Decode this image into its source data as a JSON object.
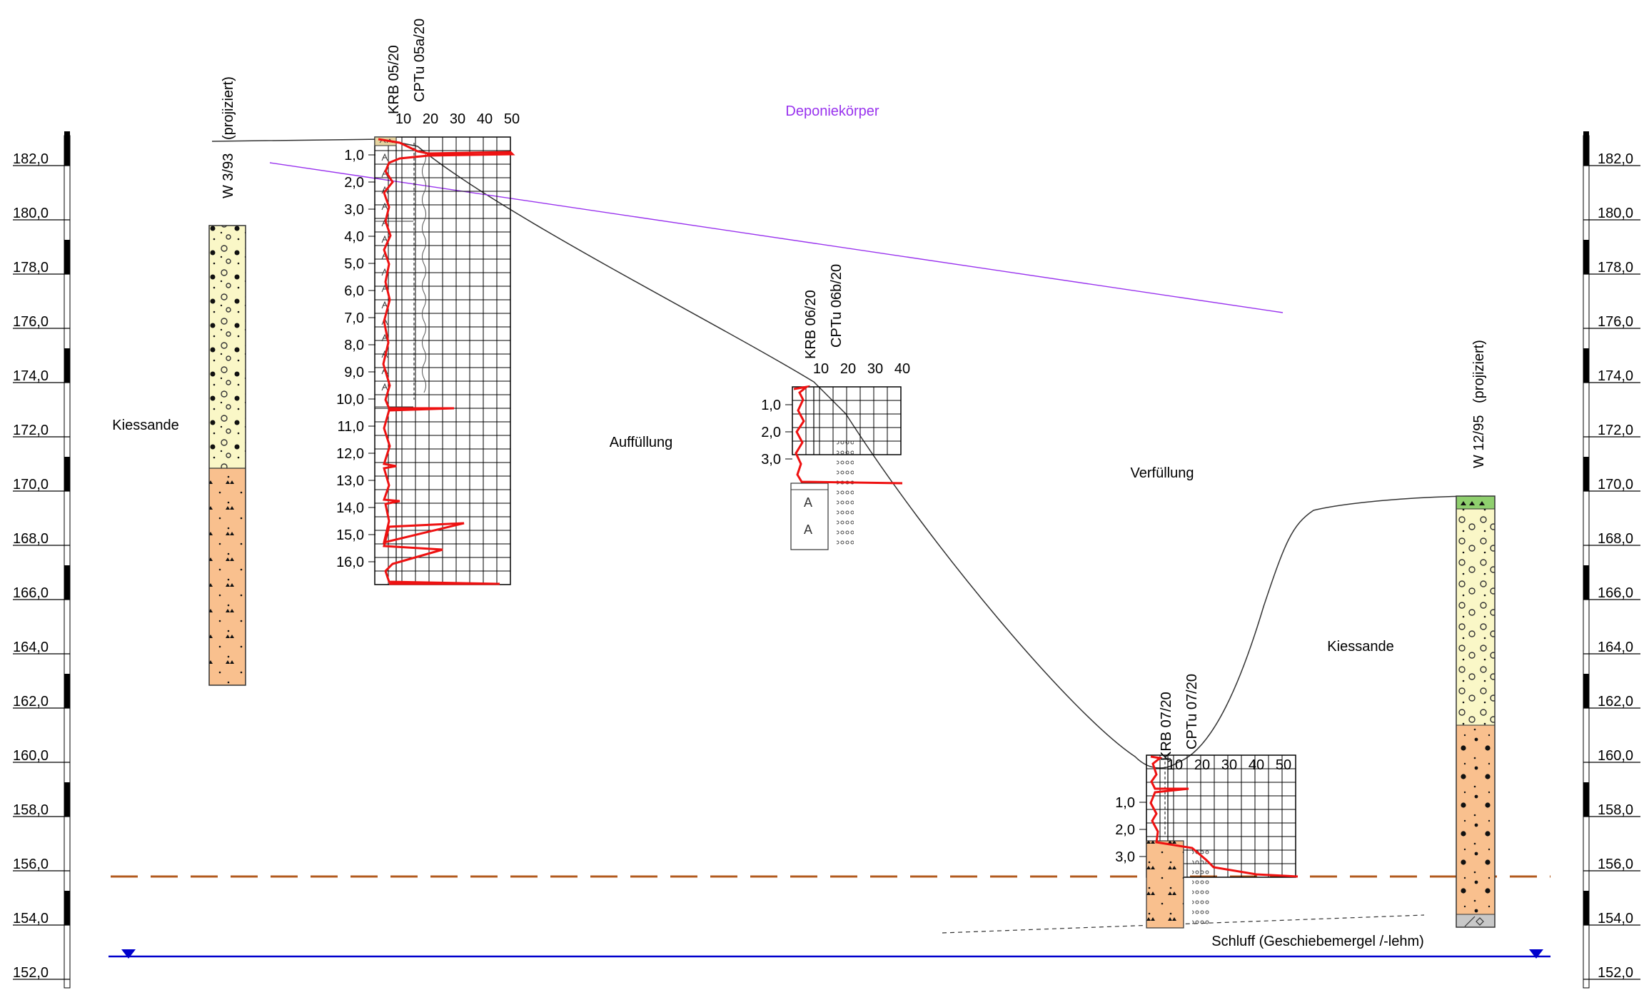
{
  "title": "Deponiekörper",
  "colors": {
    "gravel_sand": "#faf7c7",
    "sand": "#f9c08e",
    "topsoil": "#8fcf6e",
    "silt": "#c8c8c8",
    "cpt_curve": "#ee1111",
    "deponie_line": "#9933ee",
    "groundwater": "#0000cc",
    "water_table": "#b25a1e"
  },
  "elevation_axis": {
    "labels": [
      "182,0",
      "180,0",
      "178,0",
      "176,0",
      "174,0",
      "172,0",
      "170,0",
      "168,0",
      "166,0",
      "164,0",
      "162,0",
      "160,0",
      "158,0",
      "156,0",
      "154,0",
      "152,0"
    ]
  },
  "zone_labels": {
    "kiessande_left": "Kiessande",
    "auffuellung": "Auffüllung",
    "verfuellung": "Verfüllung",
    "kiessande_right": "Kiessande",
    "schluff": "Schluff (Geschiebemergel /-lehm)"
  },
  "boreholes": {
    "w393": {
      "name": "W 3/93",
      "note": "(projiziert)"
    },
    "w1295": {
      "name": "W 12/95",
      "note": "(projiziert)"
    },
    "krb05": {
      "name": "KRB 05/20",
      "cpt_name": "CPTu 05a/20",
      "qc_ticks": [
        "10",
        "20",
        "30",
        "40",
        "50"
      ],
      "depths": [
        "1,0",
        "2,0",
        "3,0",
        "4,0",
        "5,0",
        "6,0",
        "7,0",
        "8,0",
        "9,0",
        "10,0",
        "11,0",
        "12,0",
        "13,0",
        "14,0",
        "15,0",
        "16,0"
      ]
    },
    "krb06": {
      "name": "KRB 06/20",
      "cpt_name": "CPTu 06b/20",
      "qc_ticks": [
        "10",
        "20",
        "30",
        "40"
      ],
      "depths": [
        "1,0",
        "2,0",
        "3,0"
      ]
    },
    "krb07": {
      "name": "KRB 07/20",
      "cpt_name": "CPTu 07/20",
      "qc_ticks": [
        "10",
        "20",
        "30",
        "40",
        "50"
      ],
      "depths": [
        "1,0",
        "2,0",
        "3,0"
      ]
    }
  }
}
